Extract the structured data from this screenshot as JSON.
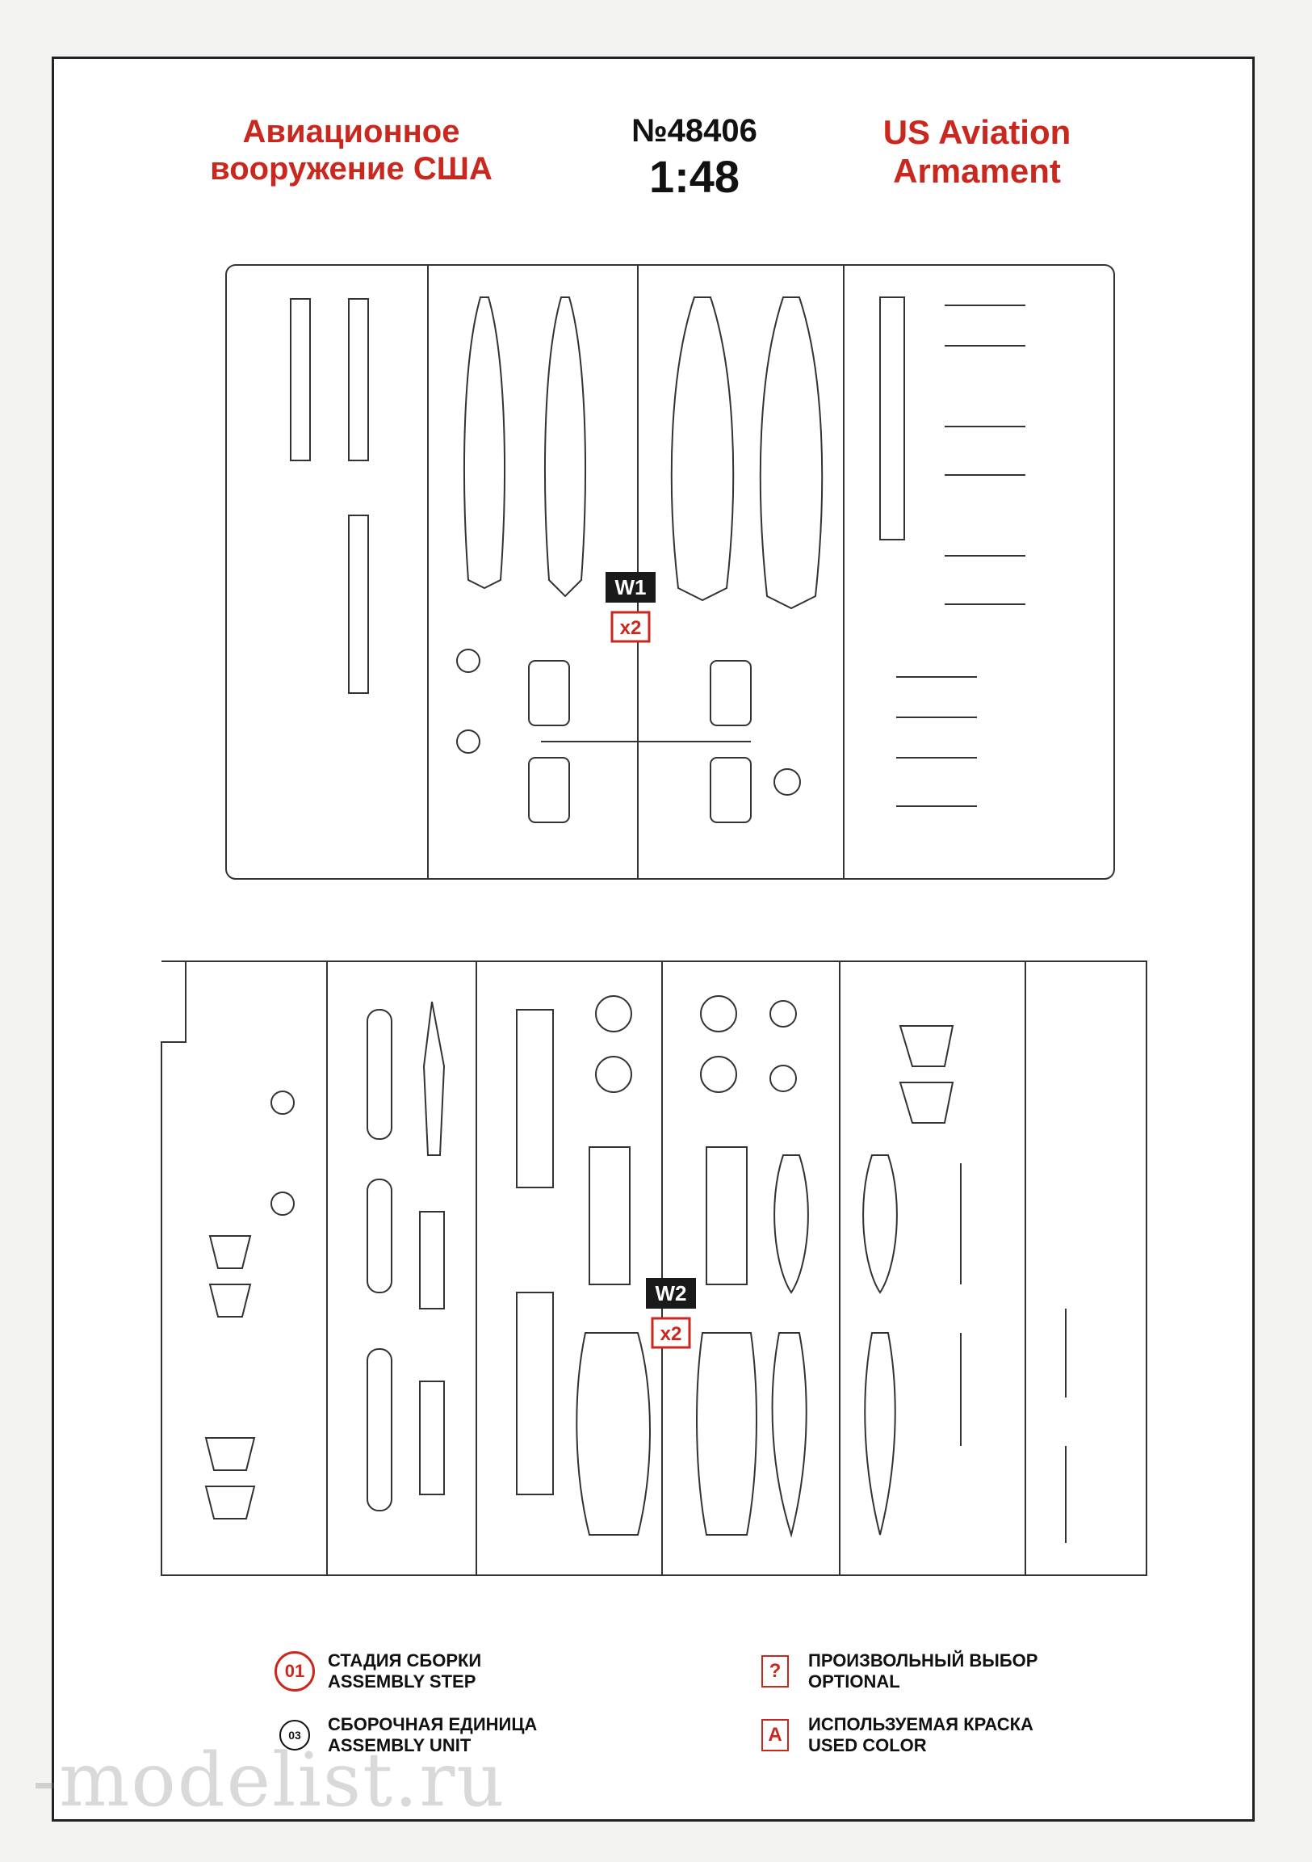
{
  "header": {
    "title_ru_line1": "Авиационное",
    "title_ru_line2": "вооружение США",
    "kit_number": "№48406",
    "scale": "1:48",
    "title_en_line1": "US Aviation",
    "title_en_line2": "Armament"
  },
  "sprues": {
    "w1": {
      "label": "W1",
      "quantity": "x2"
    },
    "w2": {
      "label": "W2",
      "quantity": "x2"
    }
  },
  "legend": {
    "step": {
      "icon_text": "01",
      "line1": "СТАДИЯ СБОРКИ",
      "line2": "ASSEMBLY STEP"
    },
    "unit": {
      "icon_text": "03",
      "line1": "СБОРОЧНАЯ ЕДИНИЦА",
      "line2": "ASSEMBLY UNIT"
    },
    "optional": {
      "icon_text": "?",
      "line1": "ПРОИЗВОЛЬНЫЙ ВЫБОР",
      "line2": "OPTIONAL"
    },
    "color": {
      "icon_text": "A",
      "line1": "ИСПОЛЬЗУЕМАЯ КРАСКА",
      "line2": "USED COLOR"
    }
  },
  "watermark": "-modelist.ru",
  "colors": {
    "accent": "#c8281e",
    "ink": "#222222"
  }
}
